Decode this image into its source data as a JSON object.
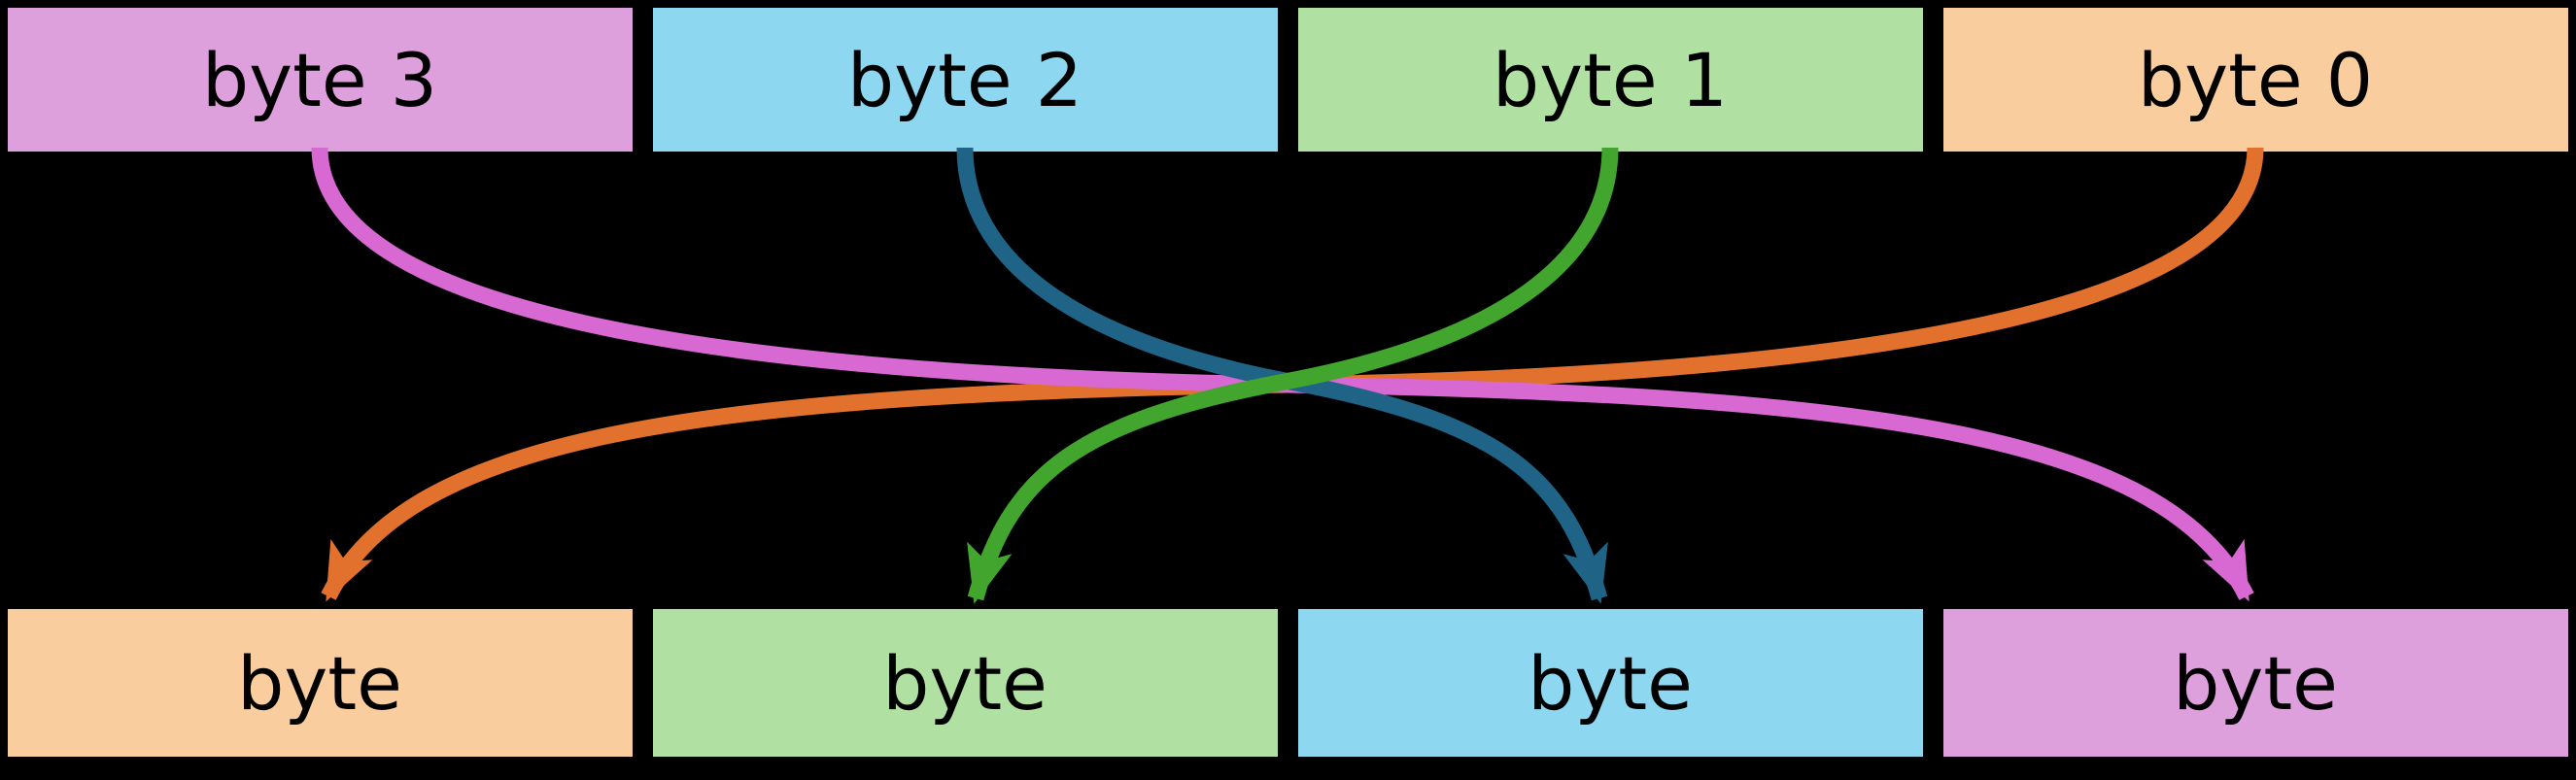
{
  "diagram": {
    "kind": "byte-order-swap",
    "background": "#000000",
    "text_color": "#000000"
  },
  "top_row": {
    "boxes": [
      {
        "label": "byte 3",
        "fill": "#DDA0DD"
      },
      {
        "label": "byte 2",
        "fill": "#8ED7F1"
      },
      {
        "label": "byte 1",
        "fill": "#B1E1A2"
      },
      {
        "label": "byte 0",
        "fill": "#F9CD9E"
      }
    ]
  },
  "bottom_row": {
    "boxes": [
      {
        "label": "byte",
        "fill": "#F9CD9E"
      },
      {
        "label": "byte",
        "fill": "#B1E1A2"
      },
      {
        "label": "byte",
        "fill": "#8ED7F1"
      },
      {
        "label": "byte",
        "fill": "#DDA0DD"
      }
    ]
  },
  "arrows": [
    {
      "from": "byte 0",
      "to_bottom_slot": 1,
      "color": "#E2712D"
    },
    {
      "from": "byte 3",
      "to_bottom_slot": 4,
      "color": "#D868D2"
    },
    {
      "from": "byte 2",
      "to_bottom_slot": 3,
      "color": "#1F6386"
    },
    {
      "from": "byte 1",
      "to_bottom_slot": 2,
      "color": "#42A62E"
    }
  ]
}
